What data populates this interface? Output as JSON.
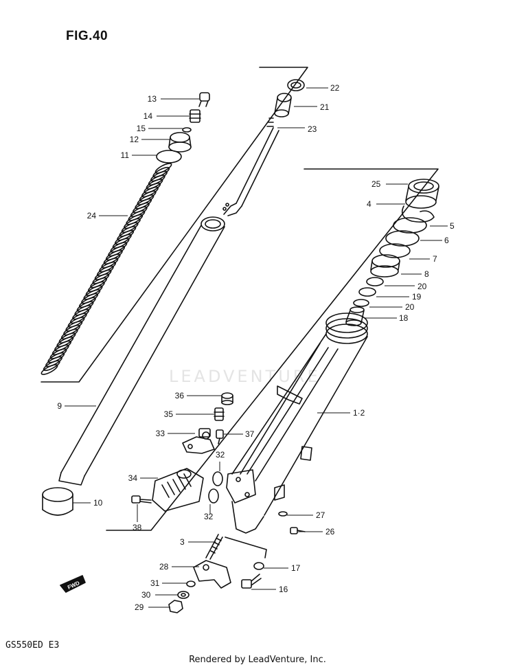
{
  "header": {
    "figure_label": "FIG.40"
  },
  "footer": {
    "model_code": "GS550ED E3",
    "credit": "Rendered by LeadVenture, Inc."
  },
  "watermark": {
    "text": "LEADVENTURE"
  },
  "callouts": [
    {
      "label": "13"
    },
    {
      "label": "14"
    },
    {
      "label": "15"
    },
    {
      "label": "12"
    },
    {
      "label": "11"
    },
    {
      "label": "24"
    },
    {
      "label": "22"
    },
    {
      "label": "21"
    },
    {
      "label": "23"
    },
    {
      "label": "9"
    },
    {
      "label": "10"
    },
    {
      "label": "25"
    },
    {
      "label": "4"
    },
    {
      "label": "5"
    },
    {
      "label": "6"
    },
    {
      "label": "7"
    },
    {
      "label": "8"
    },
    {
      "label": "20"
    },
    {
      "label": "19"
    },
    {
      "label": "20"
    },
    {
      "label": "18"
    },
    {
      "label": "1·2"
    },
    {
      "label": "36"
    },
    {
      "label": "35"
    },
    {
      "label": "33"
    },
    {
      "label": "37"
    },
    {
      "label": "32"
    },
    {
      "label": "34"
    },
    {
      "label": "32"
    },
    {
      "label": "38"
    },
    {
      "label": "27"
    },
    {
      "label": "26"
    },
    {
      "label": "3"
    },
    {
      "label": "28"
    },
    {
      "label": "17"
    },
    {
      "label": "31"
    },
    {
      "label": "16"
    },
    {
      "label": "30"
    },
    {
      "label": "29"
    }
  ],
  "fwd_arrow": {
    "text": "FWD"
  }
}
